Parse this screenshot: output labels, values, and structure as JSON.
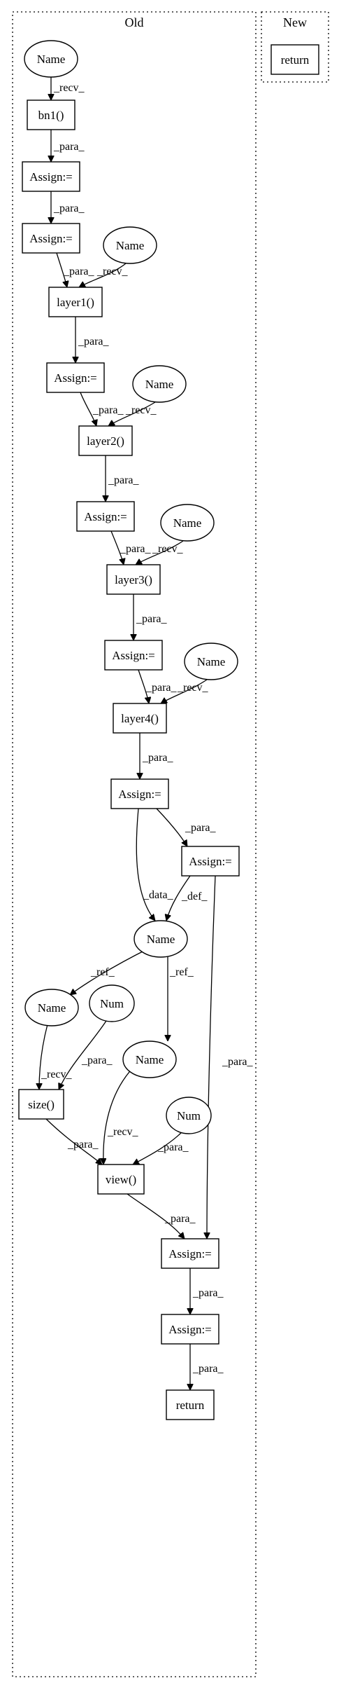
{
  "clusters": {
    "old": {
      "title": "Old"
    },
    "new": {
      "title": "New"
    }
  },
  "nodes": {
    "n_name_top": "Name",
    "n_bn1": "bn1()",
    "n_assign1": "Assign:=",
    "n_assign2": "Assign:=",
    "n_name_l1": "Name",
    "n_layer1": "layer1()",
    "n_assign3": "Assign:=",
    "n_name_l2": "Name",
    "n_layer2": "layer2()",
    "n_assign4": "Assign:=",
    "n_name_l3": "Name",
    "n_layer3": "layer3()",
    "n_assign5": "Assign:=",
    "n_name_l4": "Name",
    "n_layer4": "layer4()",
    "n_assign6": "Assign:=",
    "n_assign7": "Assign:=",
    "n_name_mid": "Name",
    "n_name_left": "Name",
    "n_num_1": "Num",
    "n_name_right": "Name",
    "n_size": "size()",
    "n_num_2": "Num",
    "n_view": "view()",
    "n_assign8": "Assign:=",
    "n_assign9": "Assign:=",
    "n_return_old": "return",
    "n_return_new": "return"
  },
  "edges": {
    "e1": "_recv_",
    "e2": "_para_",
    "e3": "_para_",
    "e4": "_para_",
    "e5": "_recv_",
    "e6": "_para_",
    "e7": "_para_",
    "e8": "_recv_",
    "e9": "_para_",
    "e10": "_para_",
    "e11": "_recv_",
    "e12": "_para_",
    "e13": "_para_",
    "e14": "_recv_",
    "e15": "_para_",
    "e16": "_para_",
    "e17": "_data_",
    "e18": "_def_",
    "e19": "_ref_",
    "e20": "_ref_",
    "e21": "_recv_",
    "e22": "_para_",
    "e23": "_para_",
    "e24": "_recv_",
    "e25": "_para_",
    "e26": "_para_",
    "e27": "_para_",
    "e28": "_para_",
    "e29": "_para_"
  }
}
